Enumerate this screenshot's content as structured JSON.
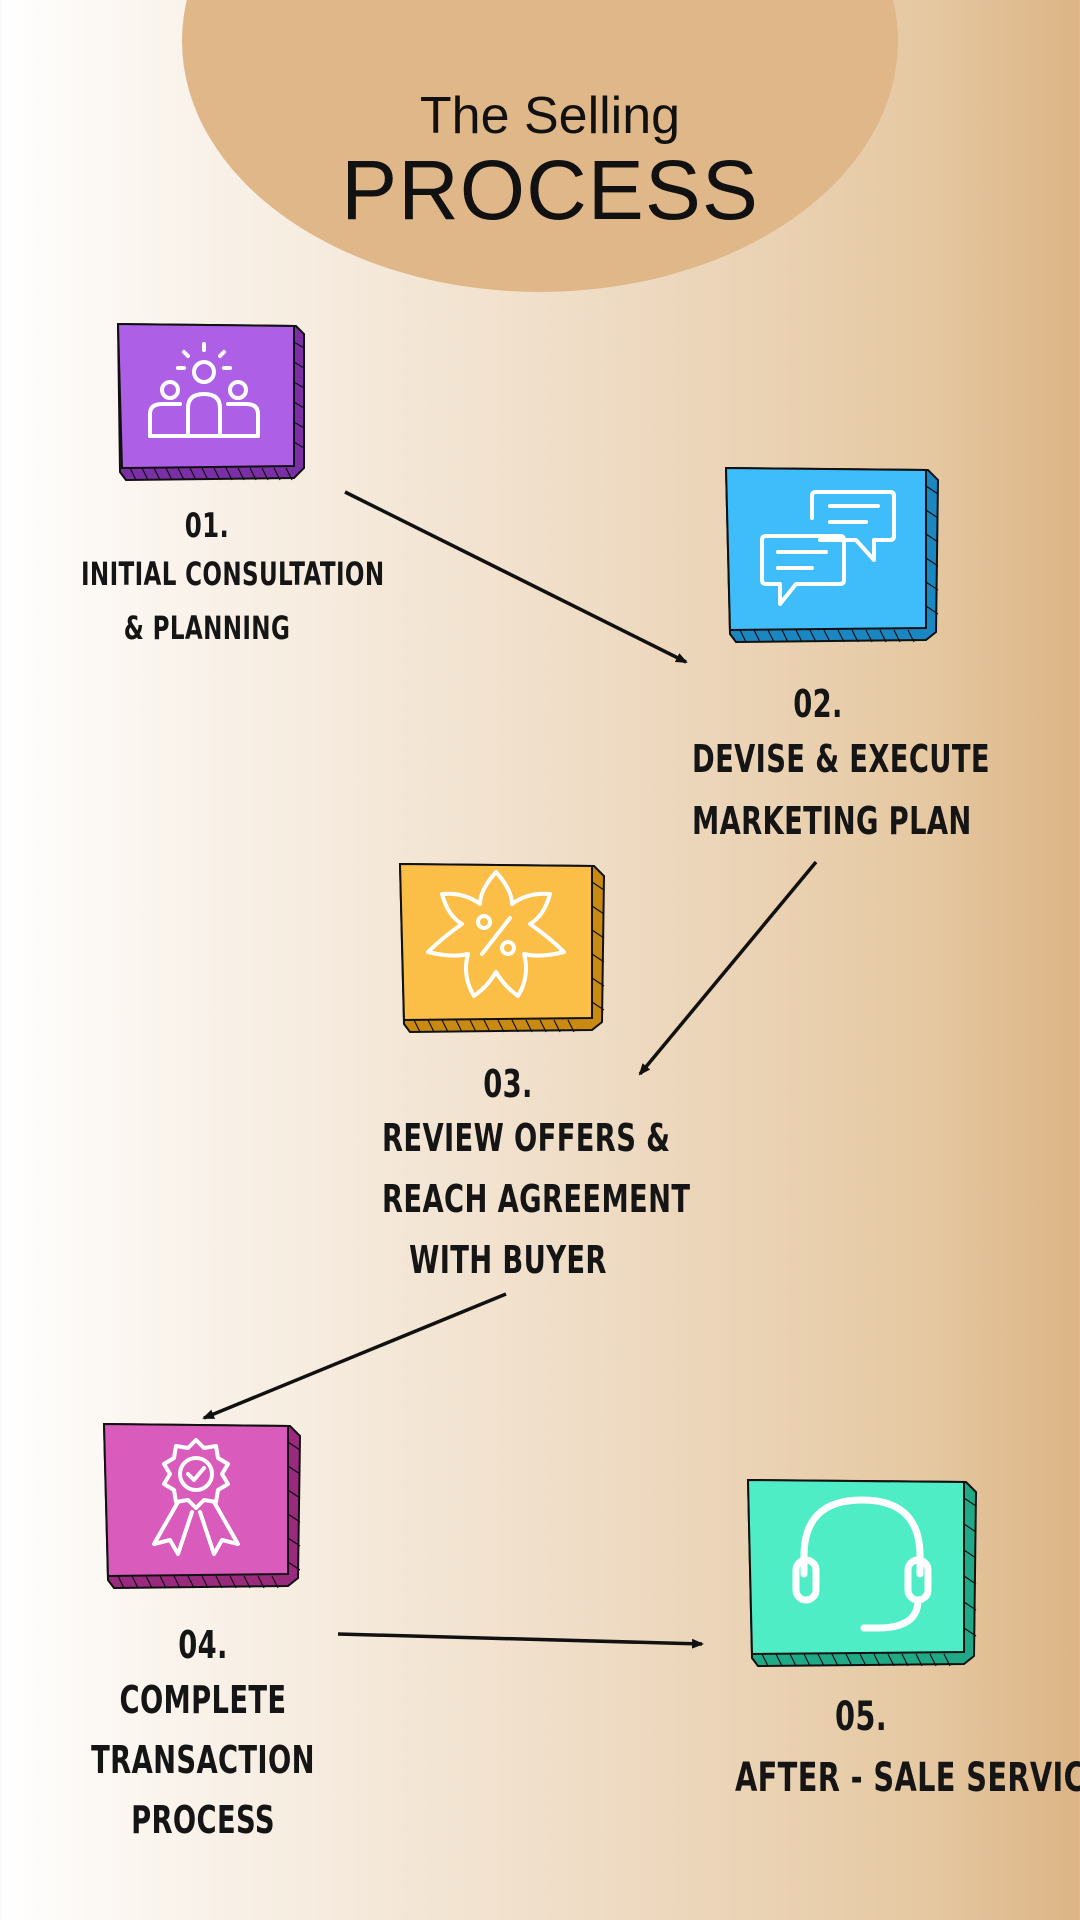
{
  "header": {
    "title_line1": "The Selling",
    "title_line2": "PROCESS"
  },
  "steps": [
    {
      "number": "01.",
      "lines": [
        "INITIAL CONSULTATION",
        "& PLANNING"
      ],
      "icon": "team-icon",
      "color": "#ad60e6"
    },
    {
      "number": "02.",
      "lines": [
        "DEVISE & EXECUTE",
        "MARKETING PLAN"
      ],
      "icon": "chat-bubbles-icon",
      "color": "#3ebdfa"
    },
    {
      "number": "03.",
      "lines": [
        "REVIEW OFFERS &",
        "REACH AGREEMENT",
        "WITH BUYER"
      ],
      "icon": "discount-badge-icon",
      "color": "#fbbf47"
    },
    {
      "number": "04.",
      "lines": [
        "COMPLETE",
        "TRANSACTION",
        "PROCESS"
      ],
      "icon": "award-ribbon-icon",
      "color": "#d95bbc"
    },
    {
      "number": "05.",
      "lines": [
        "AFTER - SALE SERVICE"
      ],
      "icon": "headset-icon",
      "color": "#4eedc6"
    }
  ],
  "colors": {
    "background_accent": "#dfb789",
    "text": "#111111",
    "arrow": "#111111"
  }
}
